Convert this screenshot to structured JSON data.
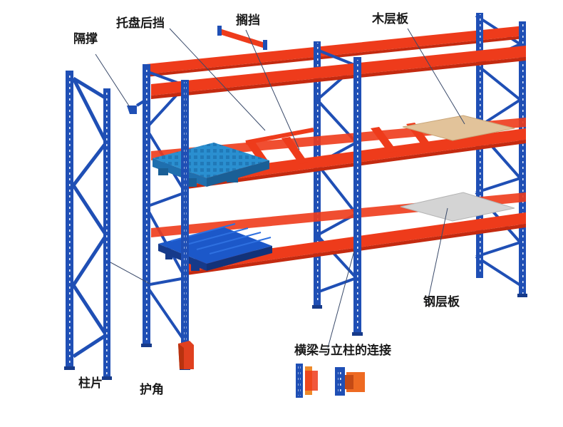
{
  "labels": {
    "bracing": "隔撑",
    "pallet_back_stop": "托盘后挡",
    "stopper": "搁挡",
    "wood_shelf": "木层板",
    "steel_shelf": "钢层板",
    "beam_upright_connection": "横梁与立柱的连接",
    "upright_frame": "柱片",
    "column_guard": "护角"
  },
  "colors": {
    "upright": "#1f4fb5",
    "upright_dark": "#163a8a",
    "beam": "#ee3b1b",
    "beam_dark": "#c42a10",
    "pallet_blue": "#2a8fd0",
    "pallet_dark": "#1c58c9",
    "wood": "#e2c39a",
    "steel": "#d4d4d4",
    "leader_line": "#3a4a6a"
  }
}
